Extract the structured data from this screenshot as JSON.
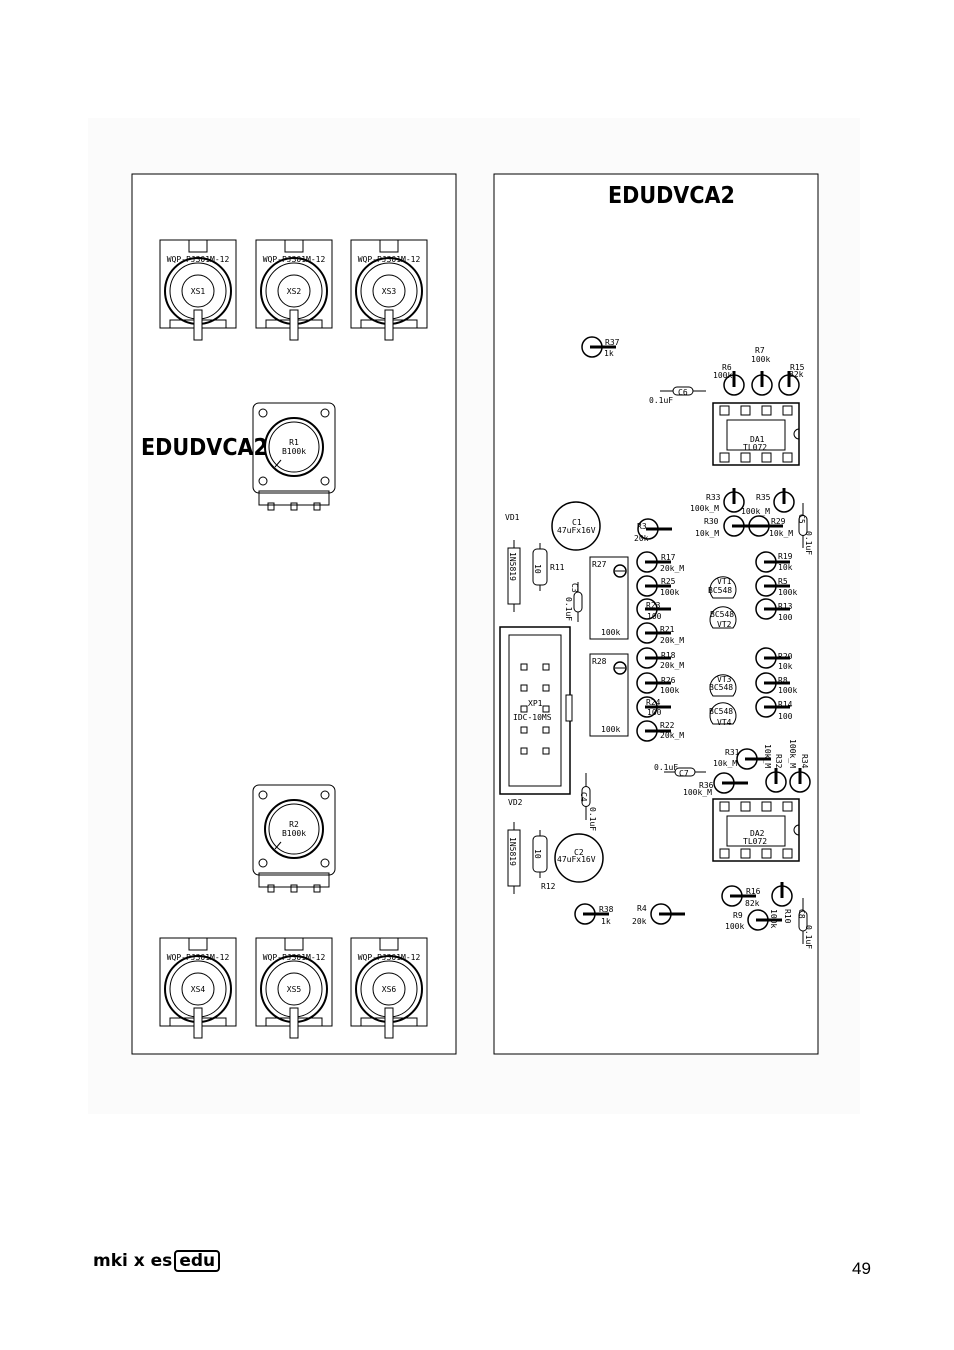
{
  "panel_title": "EDUDVCA2",
  "jacks": [
    {
      "model": "WQP-PJ301M-12",
      "ref": "XS1"
    },
    {
      "model": "WQP-PJ301M-12",
      "ref": "XS2"
    },
    {
      "model": "WQP-PJ301M-12",
      "ref": "XS3"
    },
    {
      "model": "WQP-PJ301M-12",
      "ref": "XS4"
    },
    {
      "model": "WQP-PJ301M-12",
      "ref": "XS5"
    },
    {
      "model": "WQP-PJ301M-12",
      "ref": "XS6"
    }
  ],
  "pots": [
    {
      "ref": "R1",
      "value": "B100k"
    },
    {
      "ref": "R2",
      "value": "B100k"
    }
  ],
  "pcb_labels": [
    {
      "text": "R37"
    },
    {
      "text": "1k"
    },
    {
      "text": "R6"
    },
    {
      "text": "100k"
    },
    {
      "text": "R7"
    },
    {
      "text": "100k"
    },
    {
      "text": "R15"
    },
    {
      "text": "82k"
    },
    {
      "text": "0.1uF"
    },
    {
      "text": "C6"
    },
    {
      "text": "DA1"
    },
    {
      "text": "TL072"
    },
    {
      "text": "R33"
    },
    {
      "text": "100k_M"
    },
    {
      "text": "R35"
    },
    {
      "text": "100k_M"
    },
    {
      "text": "R30"
    },
    {
      "text": "10k_M"
    },
    {
      "text": "R29"
    },
    {
      "text": "10k_M"
    },
    {
      "text": "C5"
    },
    {
      "text": "0.1uF"
    },
    {
      "text": "VD1"
    },
    {
      "text": "1N5819"
    },
    {
      "text": "10"
    },
    {
      "text": "R11"
    },
    {
      "text": "C1"
    },
    {
      "text": "47uFx16V"
    },
    {
      "text": "R3"
    },
    {
      "text": "20k"
    },
    {
      "text": "C3"
    },
    {
      "text": "0.1uF"
    },
    {
      "text": "R27"
    },
    {
      "text": "100k"
    },
    {
      "text": "R17"
    },
    {
      "text": "20k_M"
    },
    {
      "text": "R25"
    },
    {
      "text": "100k"
    },
    {
      "text": "R23"
    },
    {
      "text": "100"
    },
    {
      "text": "R21"
    },
    {
      "text": "20k_M"
    },
    {
      "text": "VT1"
    },
    {
      "text": "BC548"
    },
    {
      "text": "BC548"
    },
    {
      "text": "VT2"
    },
    {
      "text": "R19"
    },
    {
      "text": "10k"
    },
    {
      "text": "R5"
    },
    {
      "text": "100k"
    },
    {
      "text": "R13"
    },
    {
      "text": "100"
    },
    {
      "text": "XP1"
    },
    {
      "text": "IDC-10MS"
    },
    {
      "text": "R28"
    },
    {
      "text": "100k"
    },
    {
      "text": "R18"
    },
    {
      "text": "20k_M"
    },
    {
      "text": "R26"
    },
    {
      "text": "100k"
    },
    {
      "text": "R24"
    },
    {
      "text": "100"
    },
    {
      "text": "R22"
    },
    {
      "text": "20k_M"
    },
    {
      "text": "VT3"
    },
    {
      "text": "BC548"
    },
    {
      "text": "BC548"
    },
    {
      "text": "VT4"
    },
    {
      "text": "R20"
    },
    {
      "text": "10k"
    },
    {
      "text": "R8"
    },
    {
      "text": "100k"
    },
    {
      "text": "R14"
    },
    {
      "text": "100"
    },
    {
      "text": "0.1uF"
    },
    {
      "text": "C7"
    },
    {
      "text": "R31"
    },
    {
      "text": "10k_M"
    },
    {
      "text": "R36"
    },
    {
      "text": "100k_M"
    },
    {
      "text": "R32"
    },
    {
      "text": "10k_M"
    },
    {
      "text": "R34"
    },
    {
      "text": "100k_M"
    },
    {
      "text": "C4"
    },
    {
      "text": "0.1uF"
    },
    {
      "text": "VD2"
    },
    {
      "text": "1N5819"
    },
    {
      "text": "10"
    },
    {
      "text": "R12"
    },
    {
      "text": "C2"
    },
    {
      "text": "47uFx16V"
    },
    {
      "text": "DA2"
    },
    {
      "text": "TL072"
    },
    {
      "text": "R16"
    },
    {
      "text": "82k"
    },
    {
      "text": "R9"
    },
    {
      "text": "100k"
    },
    {
      "text": "R10"
    },
    {
      "text": "100k"
    },
    {
      "text": "C8"
    },
    {
      "text": "0.1uF"
    },
    {
      "text": "R38"
    },
    {
      "text": "1k"
    },
    {
      "text": "R4"
    },
    {
      "text": "20k"
    }
  ],
  "footer": {
    "brand_left": "mki x es",
    "brand_box": "edu"
  },
  "page_number": "49"
}
